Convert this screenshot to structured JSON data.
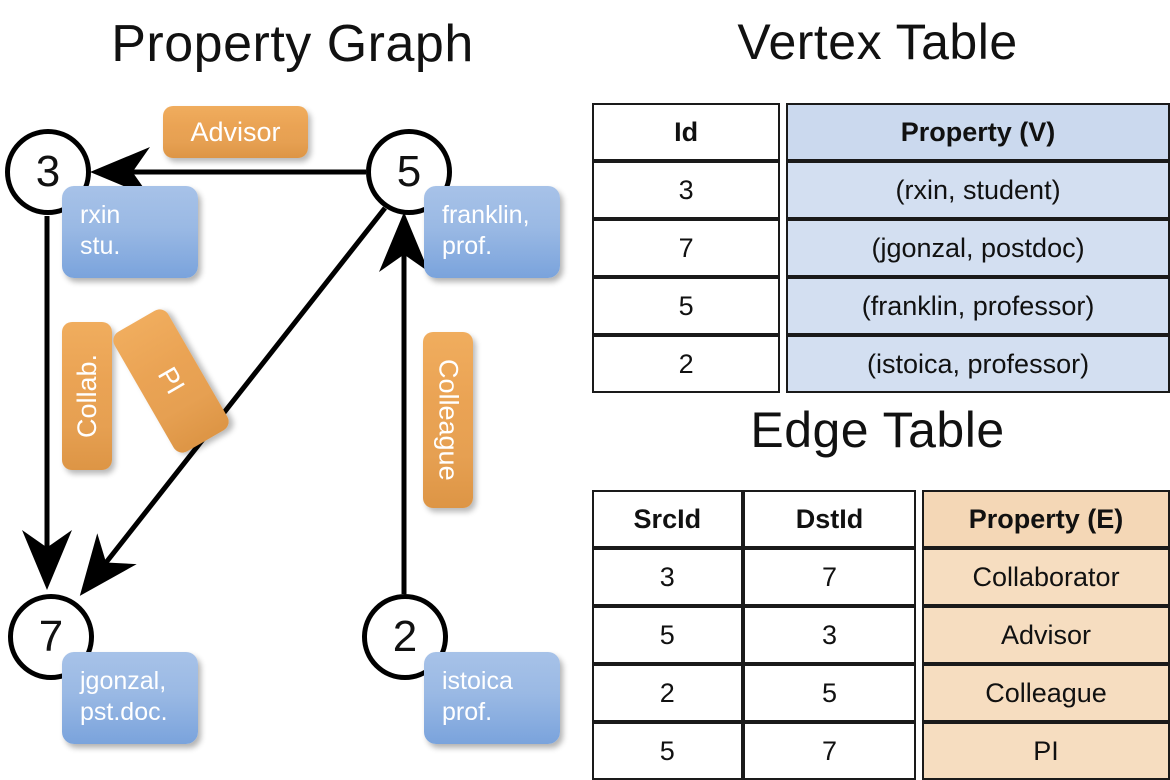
{
  "titles": {
    "property_graph": "Property Graph",
    "vertex_table": "Vertex Table",
    "edge_table": "Edge Table"
  },
  "graph": {
    "nodes": [
      {
        "id": "3",
        "name": "rxin",
        "role": "stu."
      },
      {
        "id": "5",
        "name": "franklin,",
        "role": "prof."
      },
      {
        "id": "7",
        "name": "jgonzal,",
        "role": "pst.doc."
      },
      {
        "id": "2",
        "name": "istoica",
        "role": "prof."
      }
    ],
    "edge_labels": {
      "advisor": "Advisor",
      "collab": "Collab.",
      "pi": "PI",
      "colleague": "Colleague"
    }
  },
  "vertex_table": {
    "headers": [
      "Id",
      "Property (V)"
    ],
    "rows": [
      {
        "id": "3",
        "property": "(rxin, student)"
      },
      {
        "id": "7",
        "property": "(jgonzal, postdoc)"
      },
      {
        "id": "5",
        "property": "(franklin, professor)"
      },
      {
        "id": "2",
        "property": "(istoica, professor)"
      }
    ]
  },
  "edge_table": {
    "headers": [
      "SrcId",
      "DstId",
      "Property (E)"
    ],
    "rows": [
      {
        "src": "3",
        "dst": "7",
        "property": "Collaborator"
      },
      {
        "src": "5",
        "dst": "3",
        "property": "Advisor"
      },
      {
        "src": "2",
        "dst": "5",
        "property": "Colleague"
      },
      {
        "src": "5",
        "dst": "7",
        "property": "PI"
      }
    ]
  },
  "colors": {
    "vertex_property_fill": "#d3dff1",
    "edge_property_fill": "#f6ddc0",
    "node_box_blue": "#9ab9e4",
    "edge_badge_orange": "#eaa354",
    "stroke": "#000000"
  }
}
